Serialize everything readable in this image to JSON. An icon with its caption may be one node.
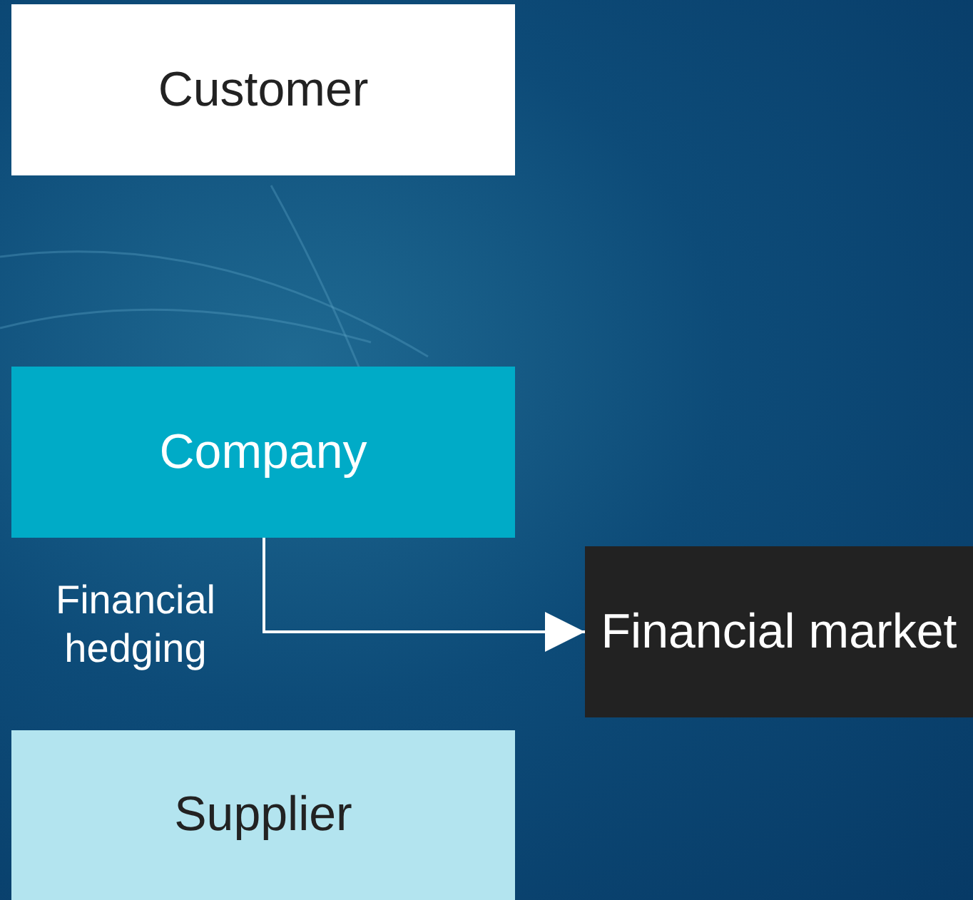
{
  "diagram": {
    "nodes": [
      {
        "text": [
          "Customer"
        ]
      },
      {
        "text": [
          "Company"
        ]
      },
      {
        "text": [
          "Supplier"
        ]
      },
      {
        "text": [
          "Financial market"
        ]
      }
    ],
    "edges": [
      {
        "from": 1,
        "to": 3,
        "arrow": "to",
        "label": "Financial hedging"
      }
    ]
  }
}
